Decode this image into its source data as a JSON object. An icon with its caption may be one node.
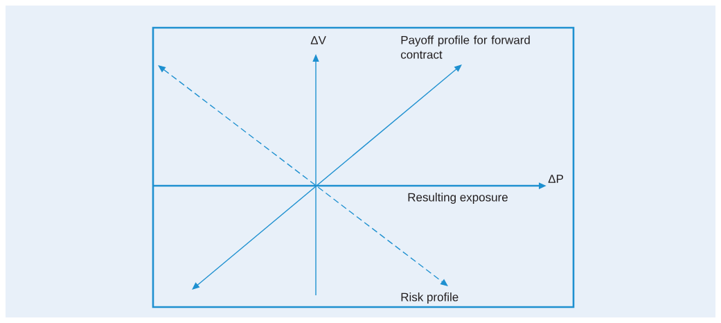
{
  "diagram": {
    "labels": [
      "ΔV",
      "Payoff profile for forward contract",
      "ΔP",
      "Resulting exposure",
      "Risk profile"
    ]
  }
}
